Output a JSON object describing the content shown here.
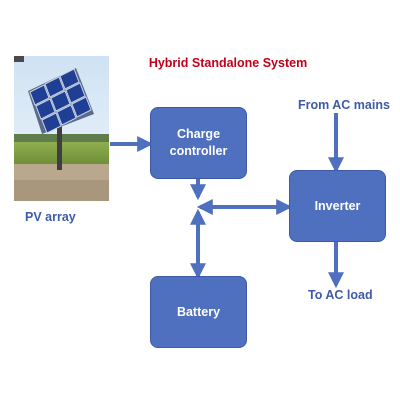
{
  "title": "Hybrid Standalone System",
  "blocks": {
    "charge_controller": "Charge\ncontroller",
    "inverter": "Inverter",
    "battery": "Battery"
  },
  "labels": {
    "pv_array": "PV array",
    "from_ac_mains": "From AC mains",
    "to_ac_load": "To AC load"
  },
  "colors": {
    "block_fill": "#4f6fbf",
    "arrow": "#4f6fbf",
    "title": "#c0001a",
    "label_text": "#3f5aa8"
  },
  "icons": {
    "photo": "solar-panel-photo-icon"
  }
}
